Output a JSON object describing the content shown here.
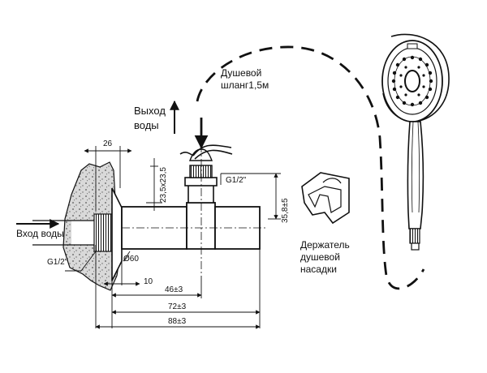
{
  "labels": {
    "water_out": [
      "Выход",
      "воды"
    ],
    "water_in": "Вход воды",
    "hose": [
      "Душевой",
      "шланг1,5м"
    ],
    "holder": [
      "Держатель",
      "душевой",
      "насадки"
    ],
    "thread_top": "G1/2\"",
    "thread_bottom": "G1/2\""
  },
  "dimensions": {
    "wall_depth": "26",
    "flange_dia": "Ø60",
    "flange_gap": "10",
    "outlet_pos": "46±3",
    "body_len": "72±3",
    "total_len": "88±3",
    "square": "23,5х23,5",
    "height": "35,8±5"
  },
  "colors": {
    "ink": "#111111",
    "wall_hatch": "#555555"
  }
}
